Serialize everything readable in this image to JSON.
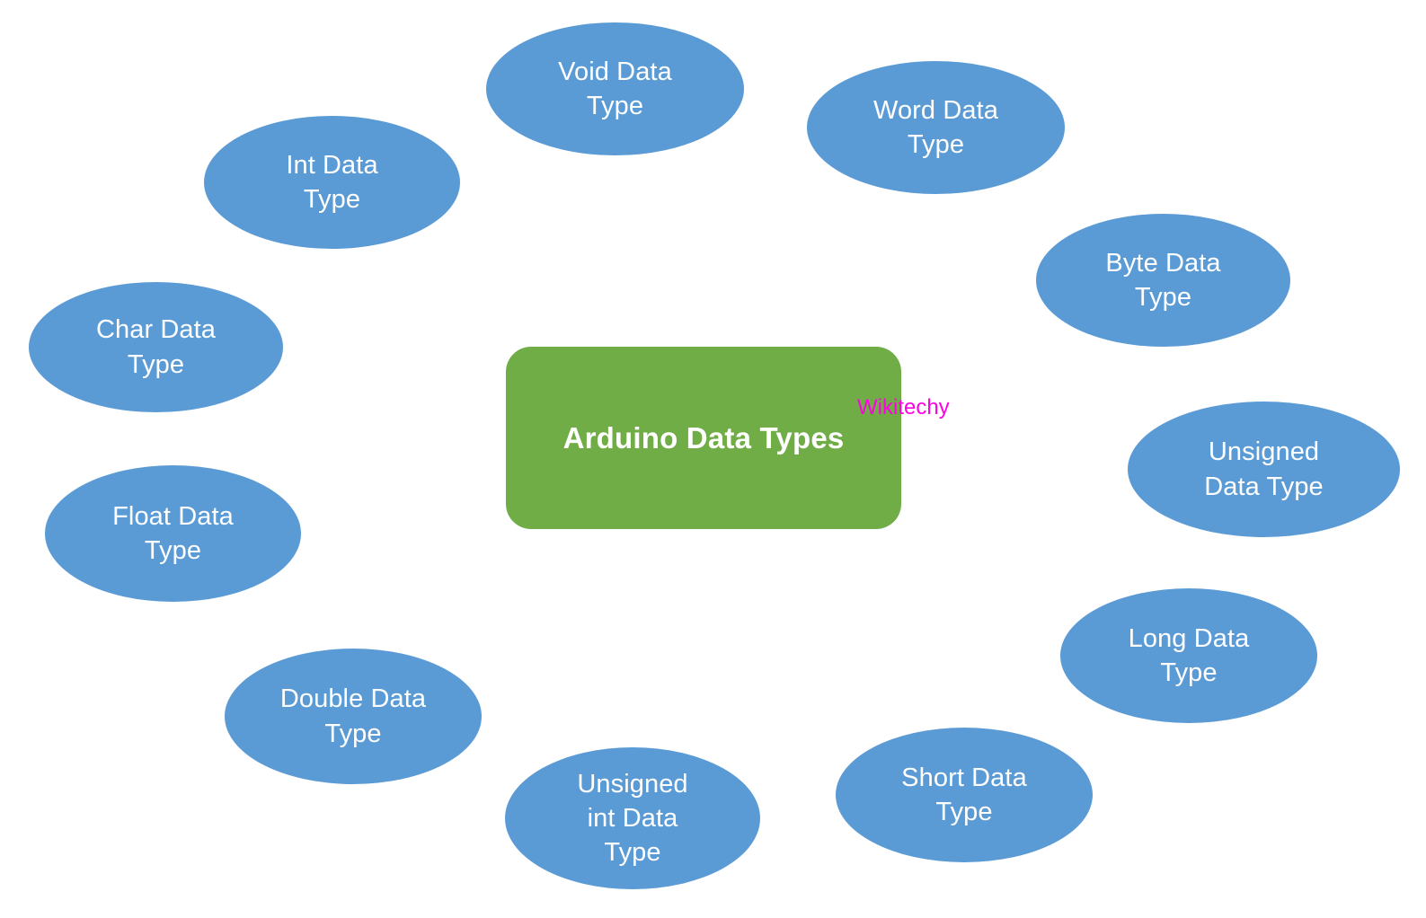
{
  "diagram": {
    "title": "Arduino Data Types",
    "type": "radial-concept-map",
    "background_color": "#FFFFFF",
    "center": {
      "label": "Arduino Data Types",
      "shape": "rounded-rectangle",
      "fill_color": "#70AD47",
      "text_color": "#FFFFFF"
    },
    "node_style": {
      "shape": "ellipse",
      "fill_color": "#5B9BD5",
      "text_color": "#FFFFFF"
    },
    "watermark": {
      "text": "Wikitechy",
      "color": "#FF00E4"
    },
    "nodes": [
      {
        "id": "void",
        "label": "Void Data\nType"
      },
      {
        "id": "word",
        "label": "Word Data\nType"
      },
      {
        "id": "int",
        "label": "Int Data\nType"
      },
      {
        "id": "byte",
        "label": "Byte Data\nType"
      },
      {
        "id": "char",
        "label": "Char Data\nType"
      },
      {
        "id": "unsigned",
        "label": "Unsigned\nData Type"
      },
      {
        "id": "float",
        "label": "Float Data\nType"
      },
      {
        "id": "long",
        "label": "Long Data\nType"
      },
      {
        "id": "double",
        "label": "Double Data\nType"
      },
      {
        "id": "short",
        "label": "Short Data\nType"
      },
      {
        "id": "unsigned-int",
        "label": "Unsigned\nint Data\nType"
      }
    ]
  }
}
